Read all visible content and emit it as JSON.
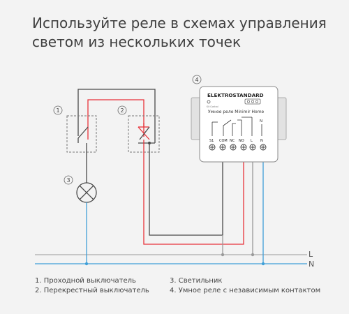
{
  "title": {
    "line1": "Используйте реле в схемах управления",
    "line2": "светом из нескольких точек"
  },
  "markers": {
    "m1": "1",
    "m2": "2",
    "m3": "3",
    "m4": "4"
  },
  "relay": {
    "brand": "ELEKTROSTANDARD",
    "small_text": "Kit Control",
    "model": "Умное реле Minimir Home",
    "terminals": [
      "S1",
      "COM",
      "NC",
      "NO",
      "L",
      "N"
    ],
    "top_n": "N"
  },
  "lines": {
    "L": "L",
    "N": "N"
  },
  "legend": {
    "item1": "1. Проходной выключатель",
    "item2": "2. Перекрестный выключатель",
    "item3": "3. Светильник",
    "item4": "4. Умное реле с независимым контактом"
  },
  "colors": {
    "phase_red": "#e8333b",
    "neutral_blue": "#3f9fd8",
    "wire_gray": "#4a4a4a",
    "line_gray": "#9a9a9a"
  }
}
